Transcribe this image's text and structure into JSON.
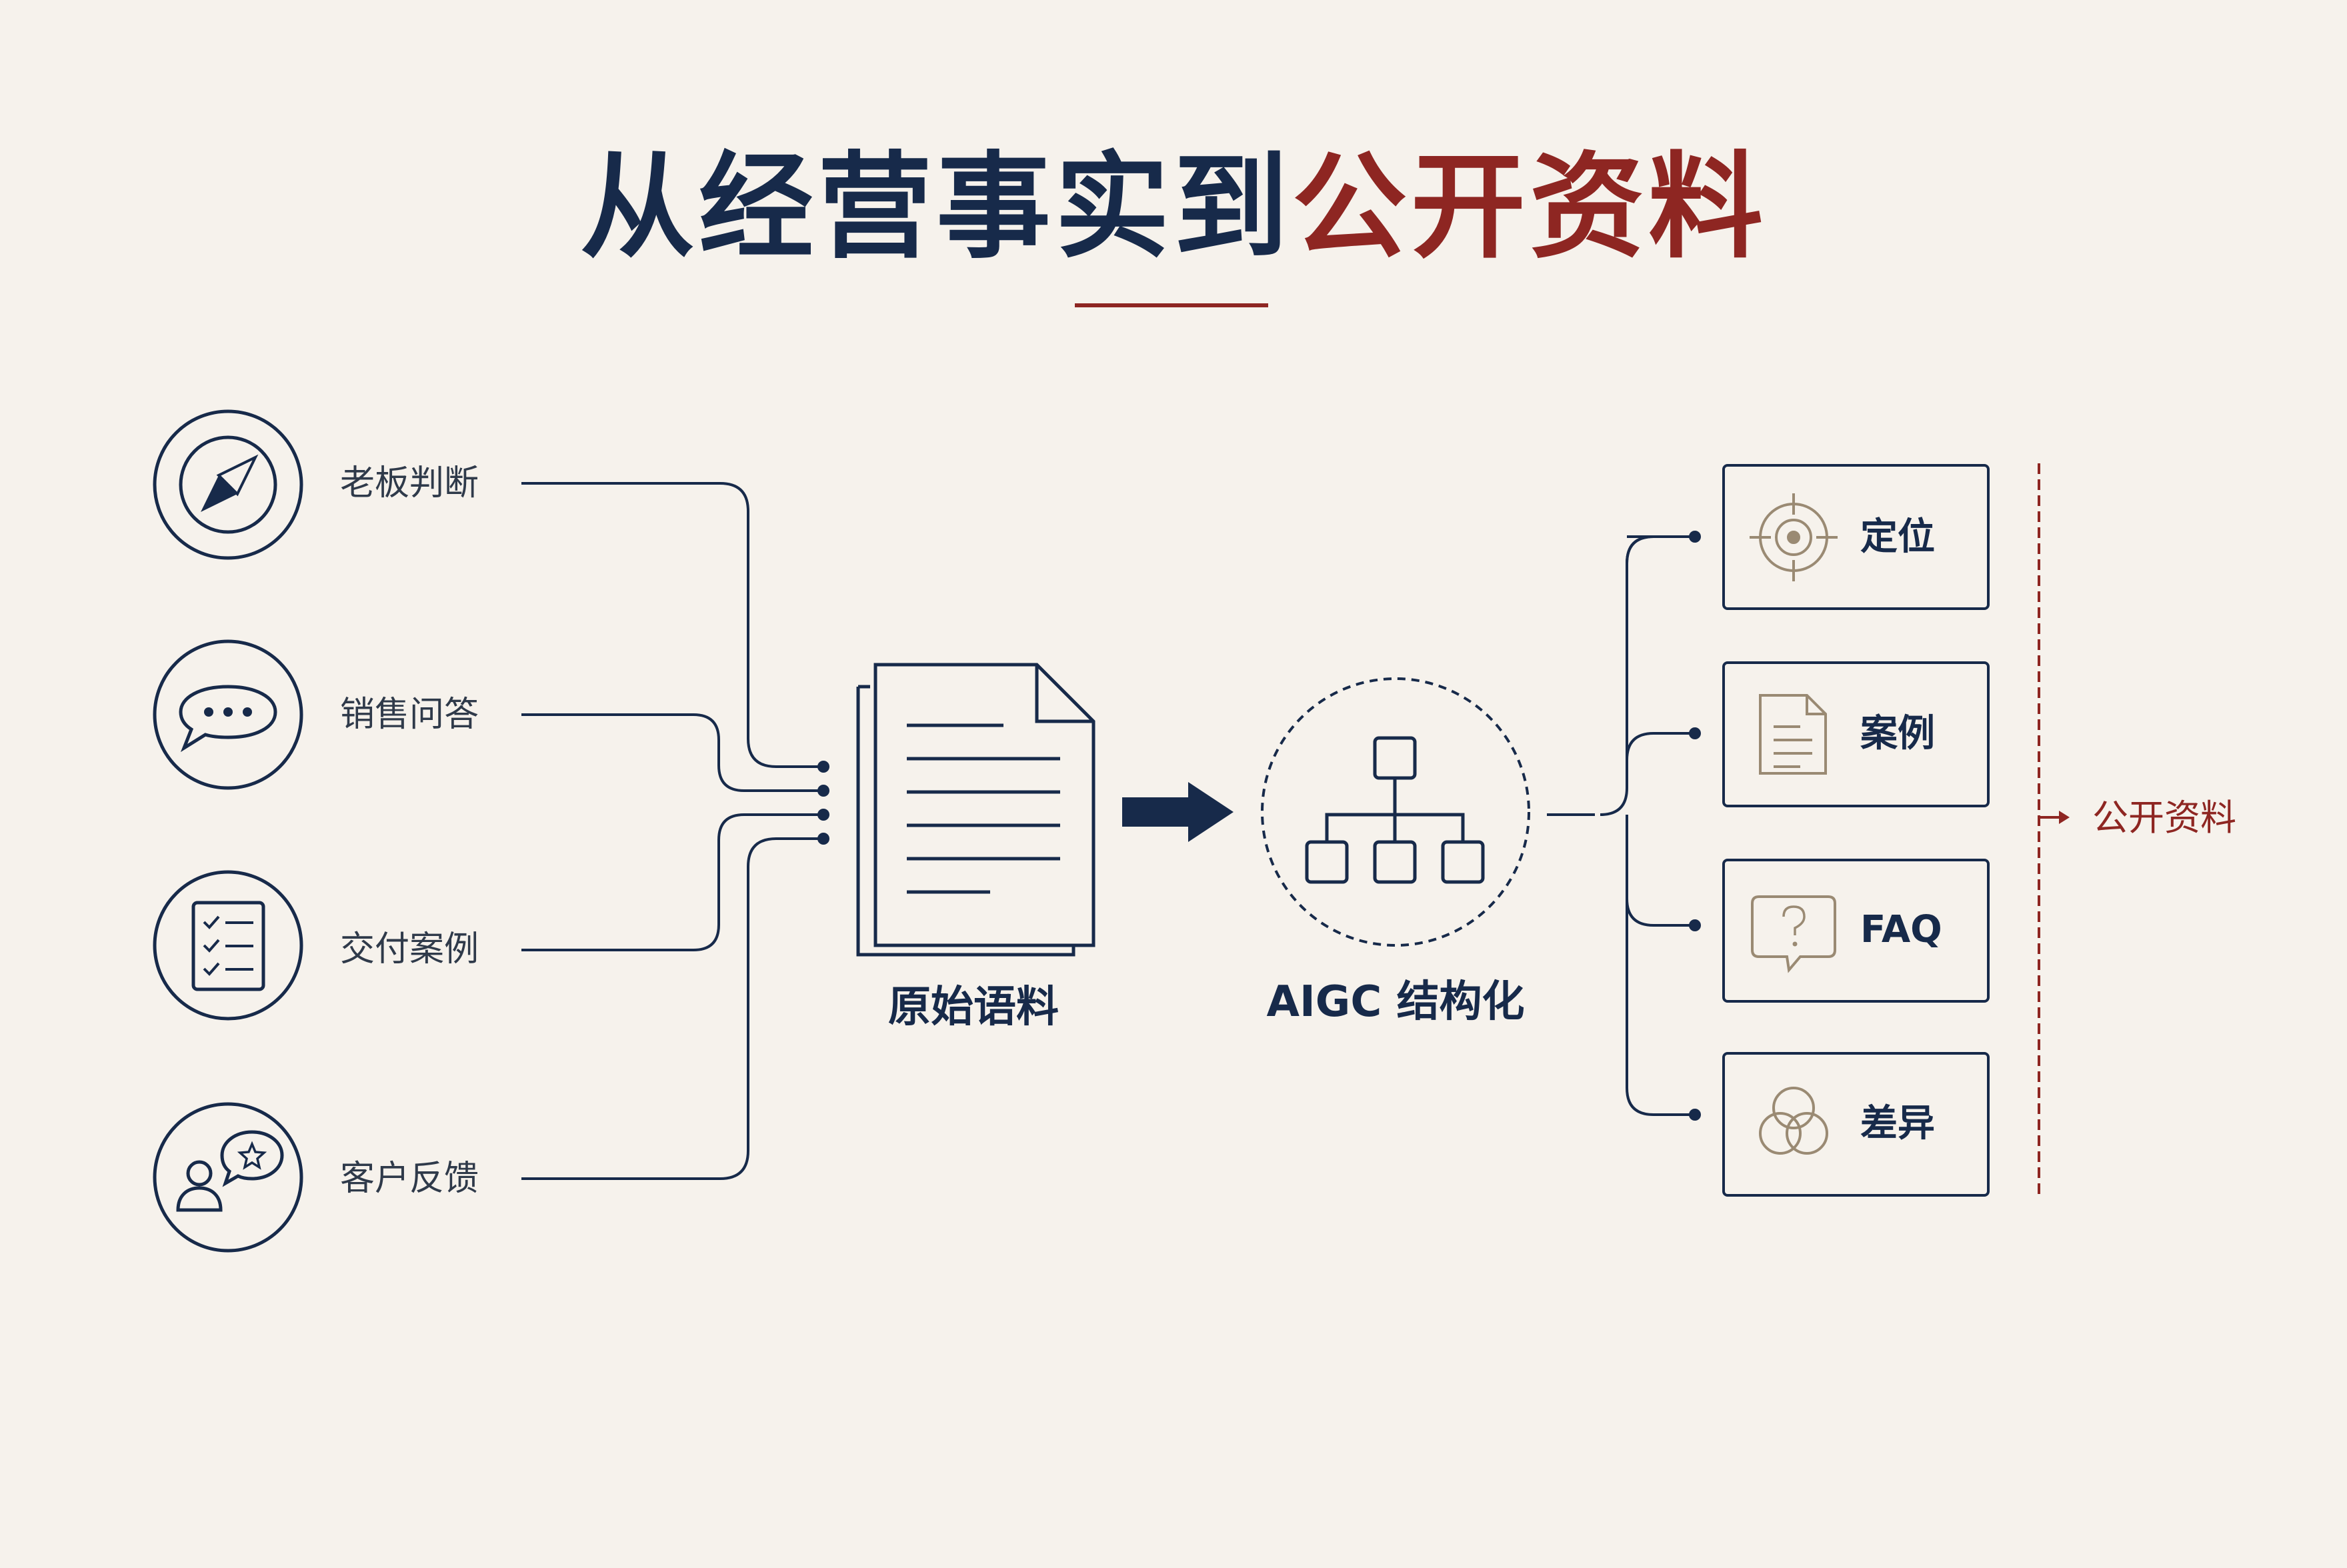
{
  "title": {
    "main": "从经营事实到",
    "highlight": "公开资料"
  },
  "sources": [
    {
      "label": "老板判断",
      "icon": "compass-icon"
    },
    {
      "label": "销售问答",
      "icon": "chat-bubble-icon"
    },
    {
      "label": "交付案例",
      "icon": "checklist-icon"
    },
    {
      "label": "客户反馈",
      "icon": "user-feedback-icon"
    }
  ],
  "raw_material": {
    "label": "原始语料",
    "icon": "document-stack-icon"
  },
  "structuring": {
    "label": "AIGC 结构化",
    "icon": "hierarchy-icon"
  },
  "outputs": [
    {
      "label": "定位",
      "icon": "target-icon"
    },
    {
      "label": "案例",
      "icon": "document-icon"
    },
    {
      "label": "FAQ",
      "icon": "question-bubble-icon"
    },
    {
      "label": "差异",
      "icon": "venn-circles-icon"
    }
  ],
  "public": {
    "label": "公开资料"
  },
  "colors": {
    "navy": "#172a4a",
    "red": "#8e2622",
    "gold": "#9a8a73",
    "background": "#f6f2ec"
  }
}
